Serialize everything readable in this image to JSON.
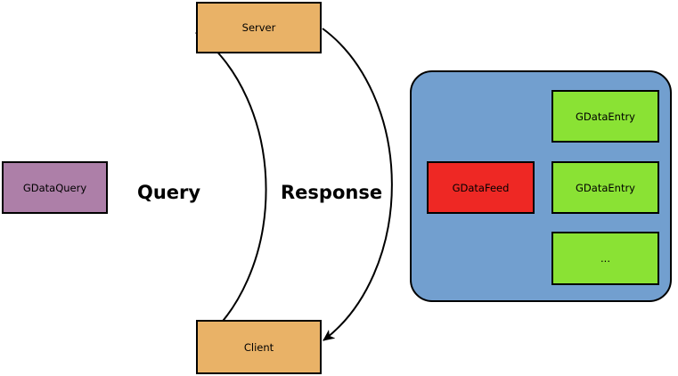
{
  "diagram": {
    "background_color": "#ffffff",
    "line_color": "#000000",
    "nodes": {
      "server": {
        "label": "Server",
        "fill": "#e9b267"
      },
      "client": {
        "label": "Client",
        "fill": "#e9b267"
      },
      "gdata_query": {
        "label": "GDataQuery",
        "fill": "#ad7fa8"
      },
      "feed_container": {
        "fill": "#729fcf"
      },
      "gdata_feed": {
        "label": "GDataFeed",
        "fill": "#ee2824"
      },
      "gdata_entry_1": {
        "label": "GDataEntry",
        "fill": "#8ae234"
      },
      "gdata_entry_2": {
        "label": "GDataEntry",
        "fill": "#8ae234"
      },
      "gdata_entry_more": {
        "label": "...",
        "fill": "#8ae234"
      }
    },
    "edges": {
      "query": {
        "label": "Query",
        "from": "Client",
        "to": "Server"
      },
      "response": {
        "label": "Response",
        "from": "Server",
        "to": "Client"
      }
    }
  }
}
